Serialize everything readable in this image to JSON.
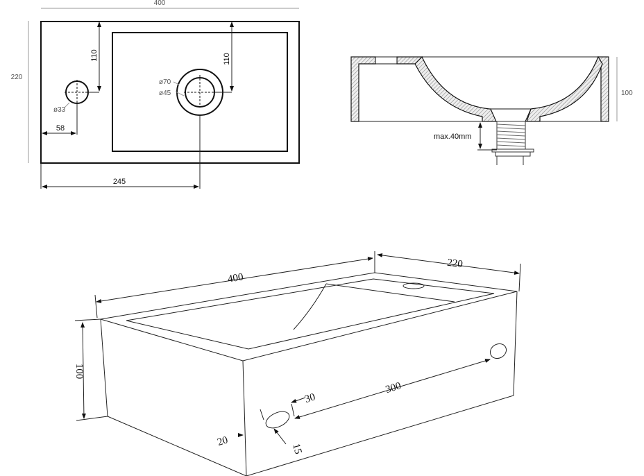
{
  "top_view": {
    "width_label": "400",
    "depth_label": "220",
    "tap_offset_label": "110",
    "drain_offset_label": "110",
    "tap_side_label": "58",
    "drain_side_label": "245",
    "tap_hole_label": "ø33",
    "drain_outer_label": "ø70",
    "drain_inner_label": "ø45"
  },
  "section_view": {
    "height_label": "100",
    "max_label": "max.40mm"
  },
  "iso_view": {
    "width_label": "400",
    "depth_label": "220",
    "height_label": "100",
    "overflow_spacing_label": "300",
    "slot_width_label": "30",
    "slot_bottom_label": "20",
    "slot_height_label": "15"
  }
}
